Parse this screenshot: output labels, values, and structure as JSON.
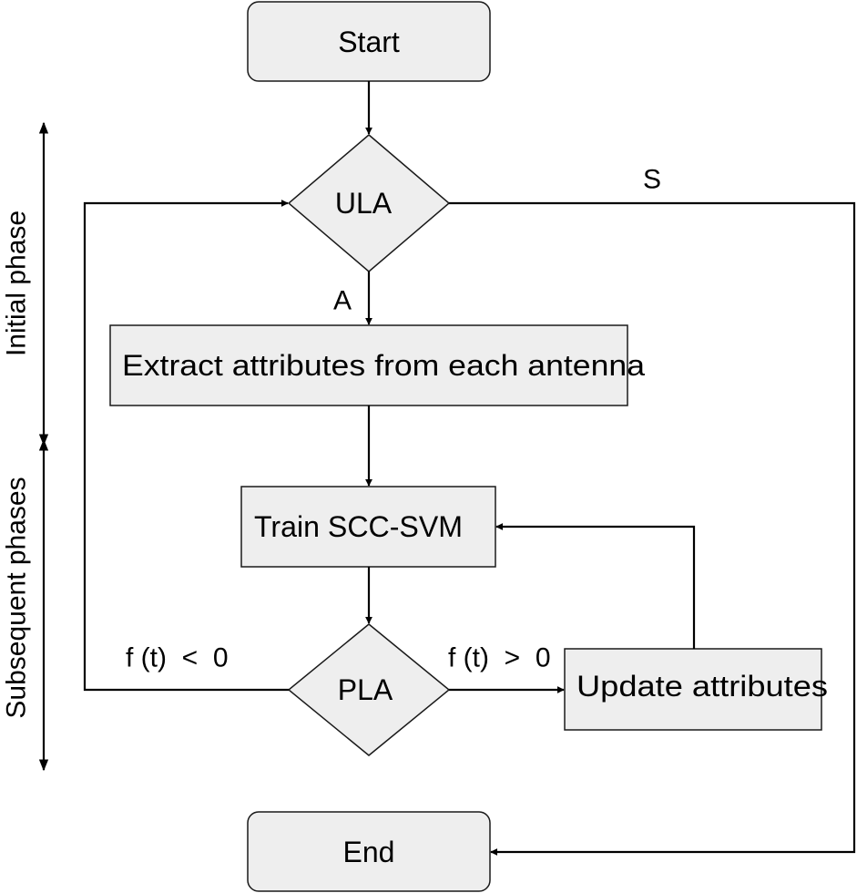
{
  "nodes": {
    "start": "Start",
    "ula": "ULA",
    "extract": "Extract attributes from each antenna",
    "train": "Train SCC-SVM",
    "pla": "PLA",
    "update": "Update attributes",
    "end": "End"
  },
  "edges": {
    "ula_down": "A",
    "ula_right": "S",
    "pla_left": "f (t)  <  0",
    "pla_right": "f (t)  >  0"
  },
  "phases": {
    "initial": "Initial phase",
    "subsequent": "Subsequent phases"
  },
  "colors": {
    "node_fill": "#eeeeee",
    "stroke": "#000000"
  }
}
